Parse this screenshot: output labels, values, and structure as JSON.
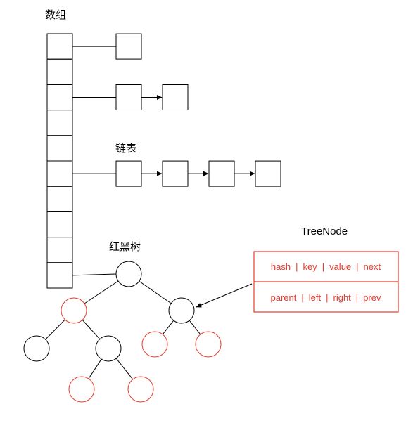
{
  "labels": {
    "array": "数组",
    "linked_list": "链表",
    "red_black_tree": "红黑树",
    "tree_node": "TreeNode"
  },
  "tree_node": {
    "row1": [
      "hash",
      "key",
      "value",
      "next"
    ],
    "row2": [
      "parent",
      "left",
      "right",
      "prev"
    ],
    "separator": "|"
  },
  "colors": {
    "line": "#000000",
    "red": "#e8392b",
    "background": "#ffffff"
  },
  "structure": {
    "array_cells": 10,
    "chains": [
      {
        "from_cell": 0,
        "length": 1
      },
      {
        "from_cell": 2,
        "length": 2
      },
      {
        "from_cell": 5,
        "length": 4
      },
      {
        "from_cell": 9,
        "type": "red-black-tree"
      }
    ],
    "tree_nodes": [
      {
        "id": "root",
        "color": "black"
      },
      {
        "id": "l",
        "color": "red",
        "parent": "root"
      },
      {
        "id": "r",
        "color": "black",
        "parent": "root"
      },
      {
        "id": "ll",
        "color": "black",
        "parent": "l"
      },
      {
        "id": "lr",
        "color": "black",
        "parent": "l"
      },
      {
        "id": "lrl",
        "color": "red",
        "parent": "lr"
      },
      {
        "id": "lrr",
        "color": "red",
        "parent": "lr"
      },
      {
        "id": "rl",
        "color": "red",
        "parent": "r"
      },
      {
        "id": "rr",
        "color": "red",
        "parent": "r"
      }
    ]
  }
}
